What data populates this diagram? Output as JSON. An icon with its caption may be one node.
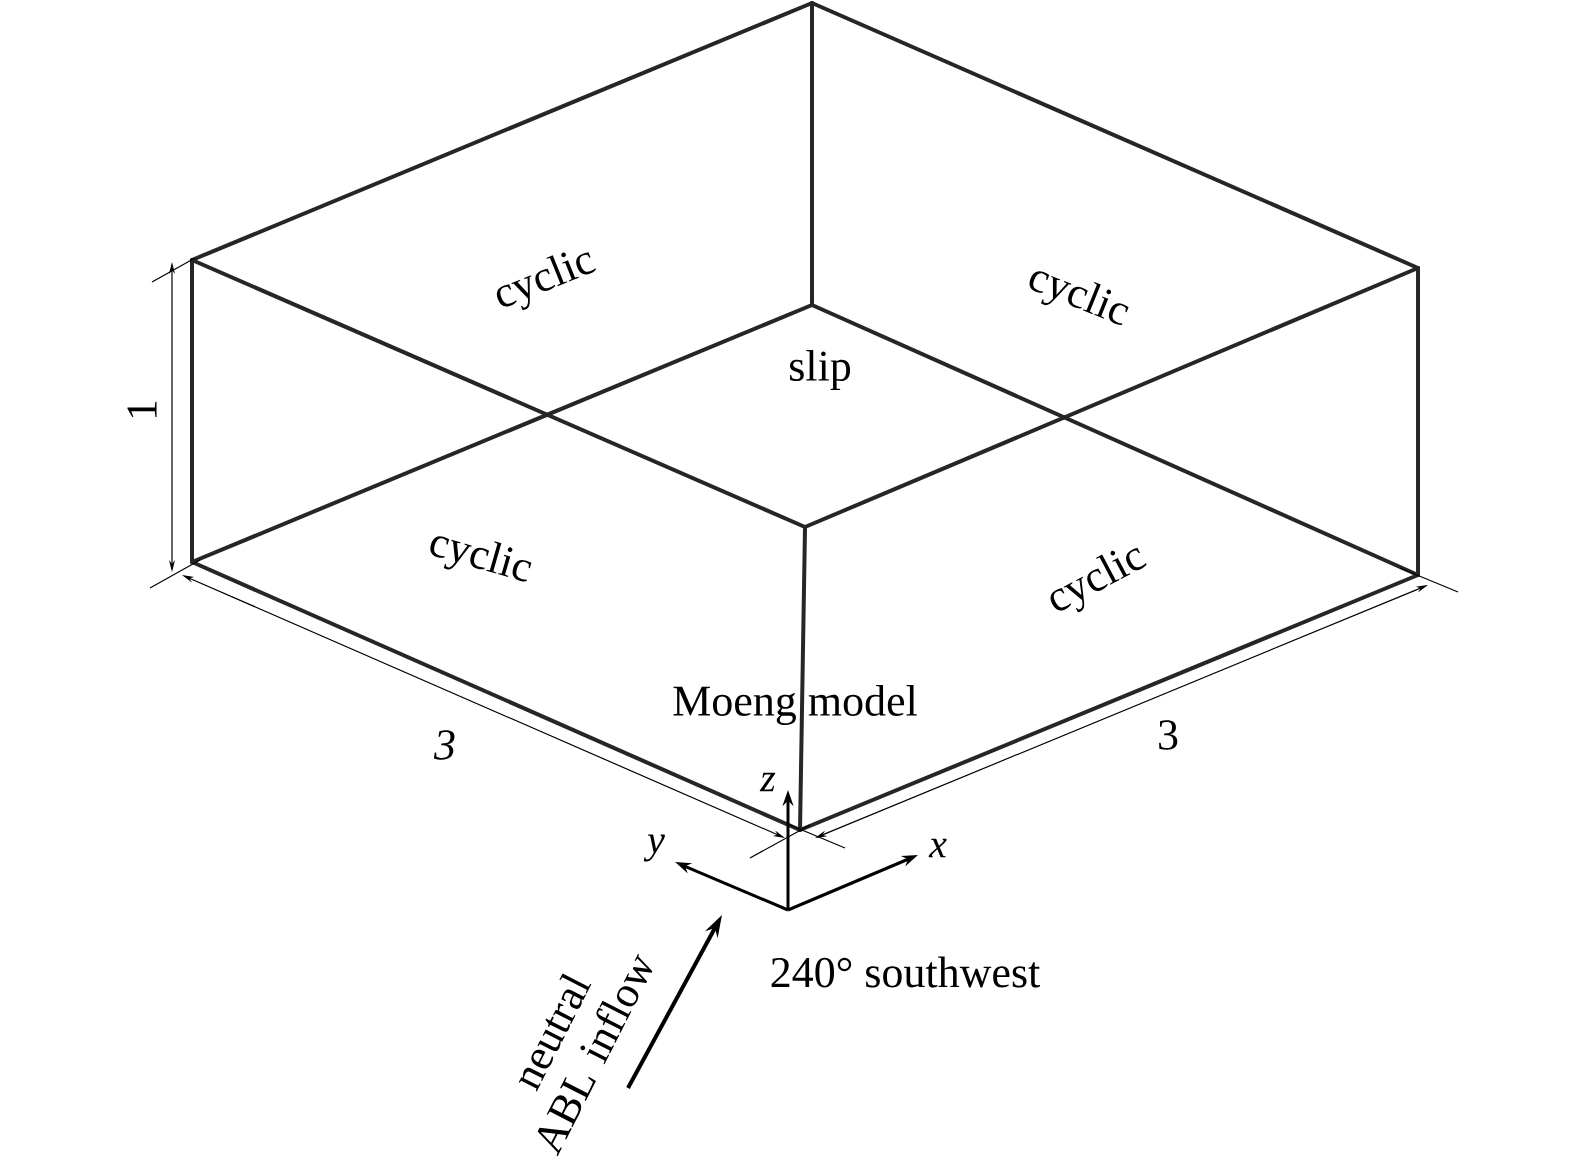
{
  "diagram": {
    "labels": [
      "cyclic",
      "cyclic",
      "slip",
      "1",
      "cyclic",
      "cyclic",
      "Moeng model",
      "3",
      "3",
      "z",
      "y",
      "x",
      "neutral ABL inflow",
      "240° southwest"
    ]
  }
}
